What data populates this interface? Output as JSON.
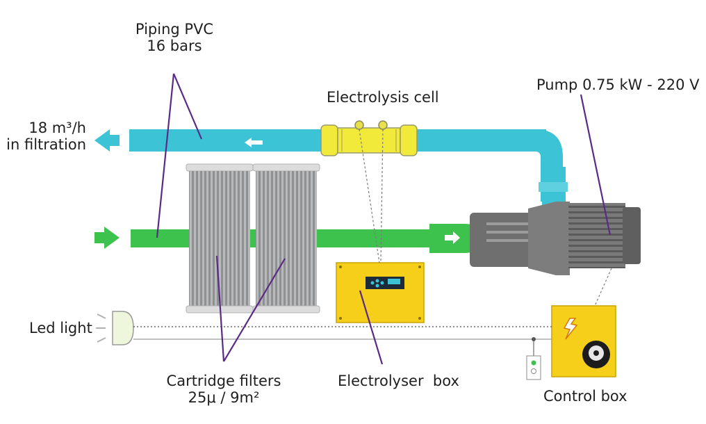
{
  "labels": {
    "piping": {
      "line1": "Piping PVC",
      "line2": "16 bars"
    },
    "flow": {
      "line1": "18 m³/h",
      "line2": "in filtration"
    },
    "electrolysis_cell": "Electrolysis cell",
    "pump": "Pump 0.75 kW - 220 V",
    "led_light": "Led light",
    "cartridge_filters": {
      "line1": "Cartridge filters",
      "line2": "25μ / 9m²"
    },
    "electrolyser_box": "Electrolyser  box",
    "control_box": "Control box"
  },
  "colors": {
    "return_pipe": "#3cc3d6",
    "inlet_pipe": "#3ec24e",
    "callout_line": "#5a2a86",
    "electrolysis_cell": "#f2ea3a",
    "box_yellow": "#f5cf1a",
    "pump_grey": "#6f6f6f",
    "filter_grey": "#a8a9ab"
  }
}
